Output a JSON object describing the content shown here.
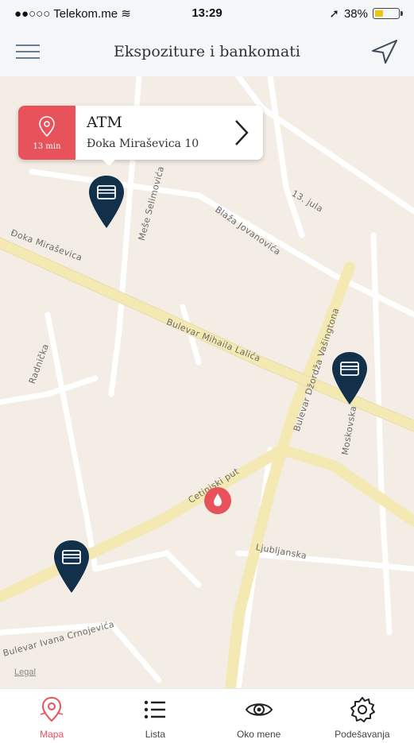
{
  "status_bar": {
    "carrier": "●●○○○ Telekom.me",
    "time": "13:29",
    "battery": "38%",
    "battery_level": 0.38
  },
  "nav": {
    "title": "Ekspoziture i bankomati"
  },
  "callout": {
    "minutes": "13 min",
    "name": "ATM",
    "address": "Đoka Miraševica 10"
  },
  "streets": {
    "s1": "Đoka Miraševica",
    "s2": "Meše Selimovića",
    "s3": "Blaža Jovanovića",
    "s4": "13. jula",
    "s5": "Bulevar Mihaila Lalića",
    "s6": "Bulevar Džordža Vašingtona",
    "s7": "Radnička",
    "s8": "Cetinjski put",
    "s9": "Ljubljanska",
    "s10": "Moskovska",
    "s11": "Bulevar Ivana Crnojevića"
  },
  "map": {
    "legal": "Legal"
  },
  "tabs": [
    {
      "label": "Mapa",
      "icon": "map-pin-icon",
      "active": true
    },
    {
      "label": "Lista",
      "icon": "list-icon",
      "active": false
    },
    {
      "label": "Oko mene",
      "icon": "eye-icon",
      "active": false
    },
    {
      "label": "Podešavanja",
      "icon": "gear-icon",
      "active": false
    }
  ],
  "colors": {
    "accent": "#e8525a",
    "pin_dark": "#13304a",
    "map_bg": "#f3ede6",
    "road_major": "#f5e9b3"
  }
}
